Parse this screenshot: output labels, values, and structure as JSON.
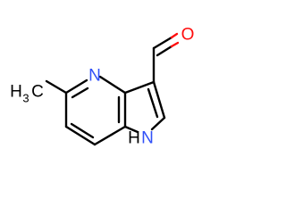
{
  "molecule": {
    "atoms": {
      "methyl_h": "H",
      "methyl_sub": "3",
      "methyl_c": "C",
      "ring_nitrogen": "N",
      "pyrrole_nitrogen": "N",
      "pyrrole_h": "H",
      "aldehyde_oxygen": "O"
    },
    "colors": {
      "bond": "#000000",
      "nitrogen": "#3050f8",
      "oxygen": "#ff0d0d",
      "carbon": "#000000"
    }
  }
}
